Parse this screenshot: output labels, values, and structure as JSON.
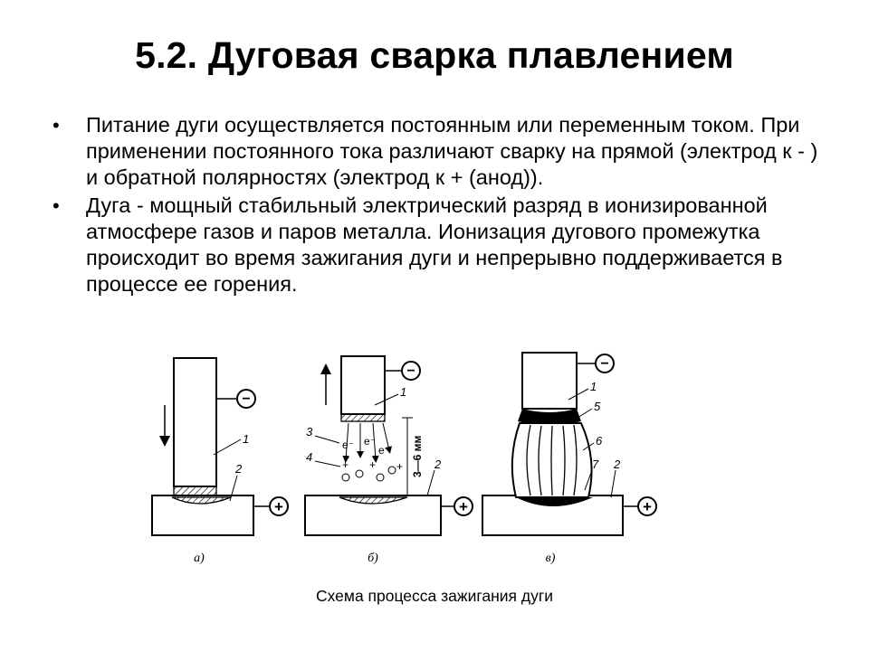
{
  "slide": {
    "title": "5.2. Дуговая сварка плавлением",
    "bullets": [
      {
        "icon": "bullet-dot-icon",
        "text": "Питание дуги осуществляется постоянным или переменным током.  При применении постоянного тока различают сварку на прямой (электрод к - ) и обратной полярностях (электрод к + (анод))."
      },
      {
        "icon": "bullet-dot-icon",
        "text": "Дуга - мощный стабильный электрический разряд в ионизированной атмосфере газов и паров металла. Ионизация дугового промежутка происходит во время зажигания дуги и непрерывно поддерживается в процессе ее горения."
      }
    ],
    "bullet_glyph": "•"
  },
  "figure": {
    "caption": "Схема процесса зажигания дуги",
    "panel_labels": [
      "а)",
      "б)",
      "в)"
    ],
    "minus_sign": "−",
    "plus_sign": "+",
    "part_labels": {
      "a": [
        "1",
        "2"
      ],
      "b": [
        "1",
        "2",
        "3",
        "4"
      ],
      "c": [
        "1",
        "2",
        "5",
        "6",
        "7"
      ]
    },
    "gap_label": "3—6 мм",
    "particle_e": "e⁻",
    "particle_plus": "+"
  }
}
